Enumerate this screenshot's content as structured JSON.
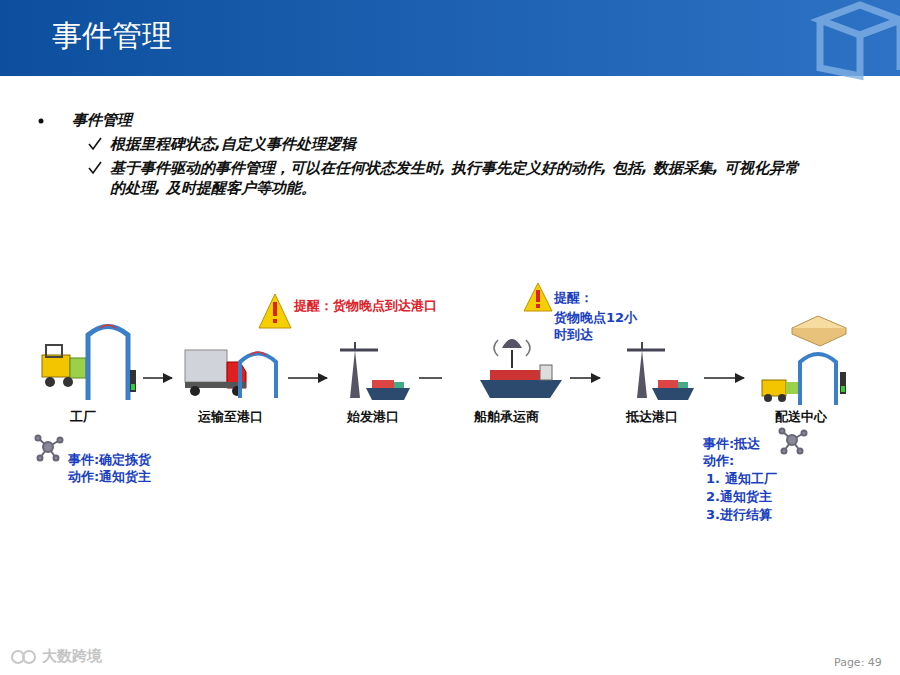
{
  "diagram": {
    "title": "事件管理",
    "nodes": [
      {
        "text": [
          "工厂"
        ]
      },
      {
        "text": [
          "运输至港口"
        ]
      },
      {
        "text": [
          "始发港口"
        ]
      },
      {
        "text": [
          "船舶承运商"
        ]
      },
      {
        "text": [
          "抵达港口"
        ]
      },
      {
        "text": [
          "配送中心"
        ]
      }
    ],
    "edges": [
      {
        "from": 0,
        "to": 1,
        "arrow": "to"
      },
      {
        "from": 1,
        "to": 2,
        "arrow": "to"
      },
      {
        "from": 2,
        "to": 3,
        "arrow": "none"
      },
      {
        "from": 3,
        "to": 4,
        "arrow": "to"
      },
      {
        "from": 4,
        "to": 5,
        "arrow": "to"
      }
    ],
    "labels": [
      "事件管理",
      "根据里程碑状态,自定义事件处理逻辑",
      "基于事件驱动的事件管理，可以在任何状态发生时, 执行事先定义好的动作, 包括, 数据采集, 可视化异常的处理, 及时提醒客户等功能。",
      "提醒：货物晚点到达港口",
      "提醒：",
      "货物晚点12小时到达",
      "事件:确定拣货",
      "动作:通知货主",
      "事件:抵达",
      "动作:",
      "1. 通知工厂",
      "2.通知货主",
      "3.进行结算",
      "大数跨境",
      "Page: 49"
    ]
  }
}
